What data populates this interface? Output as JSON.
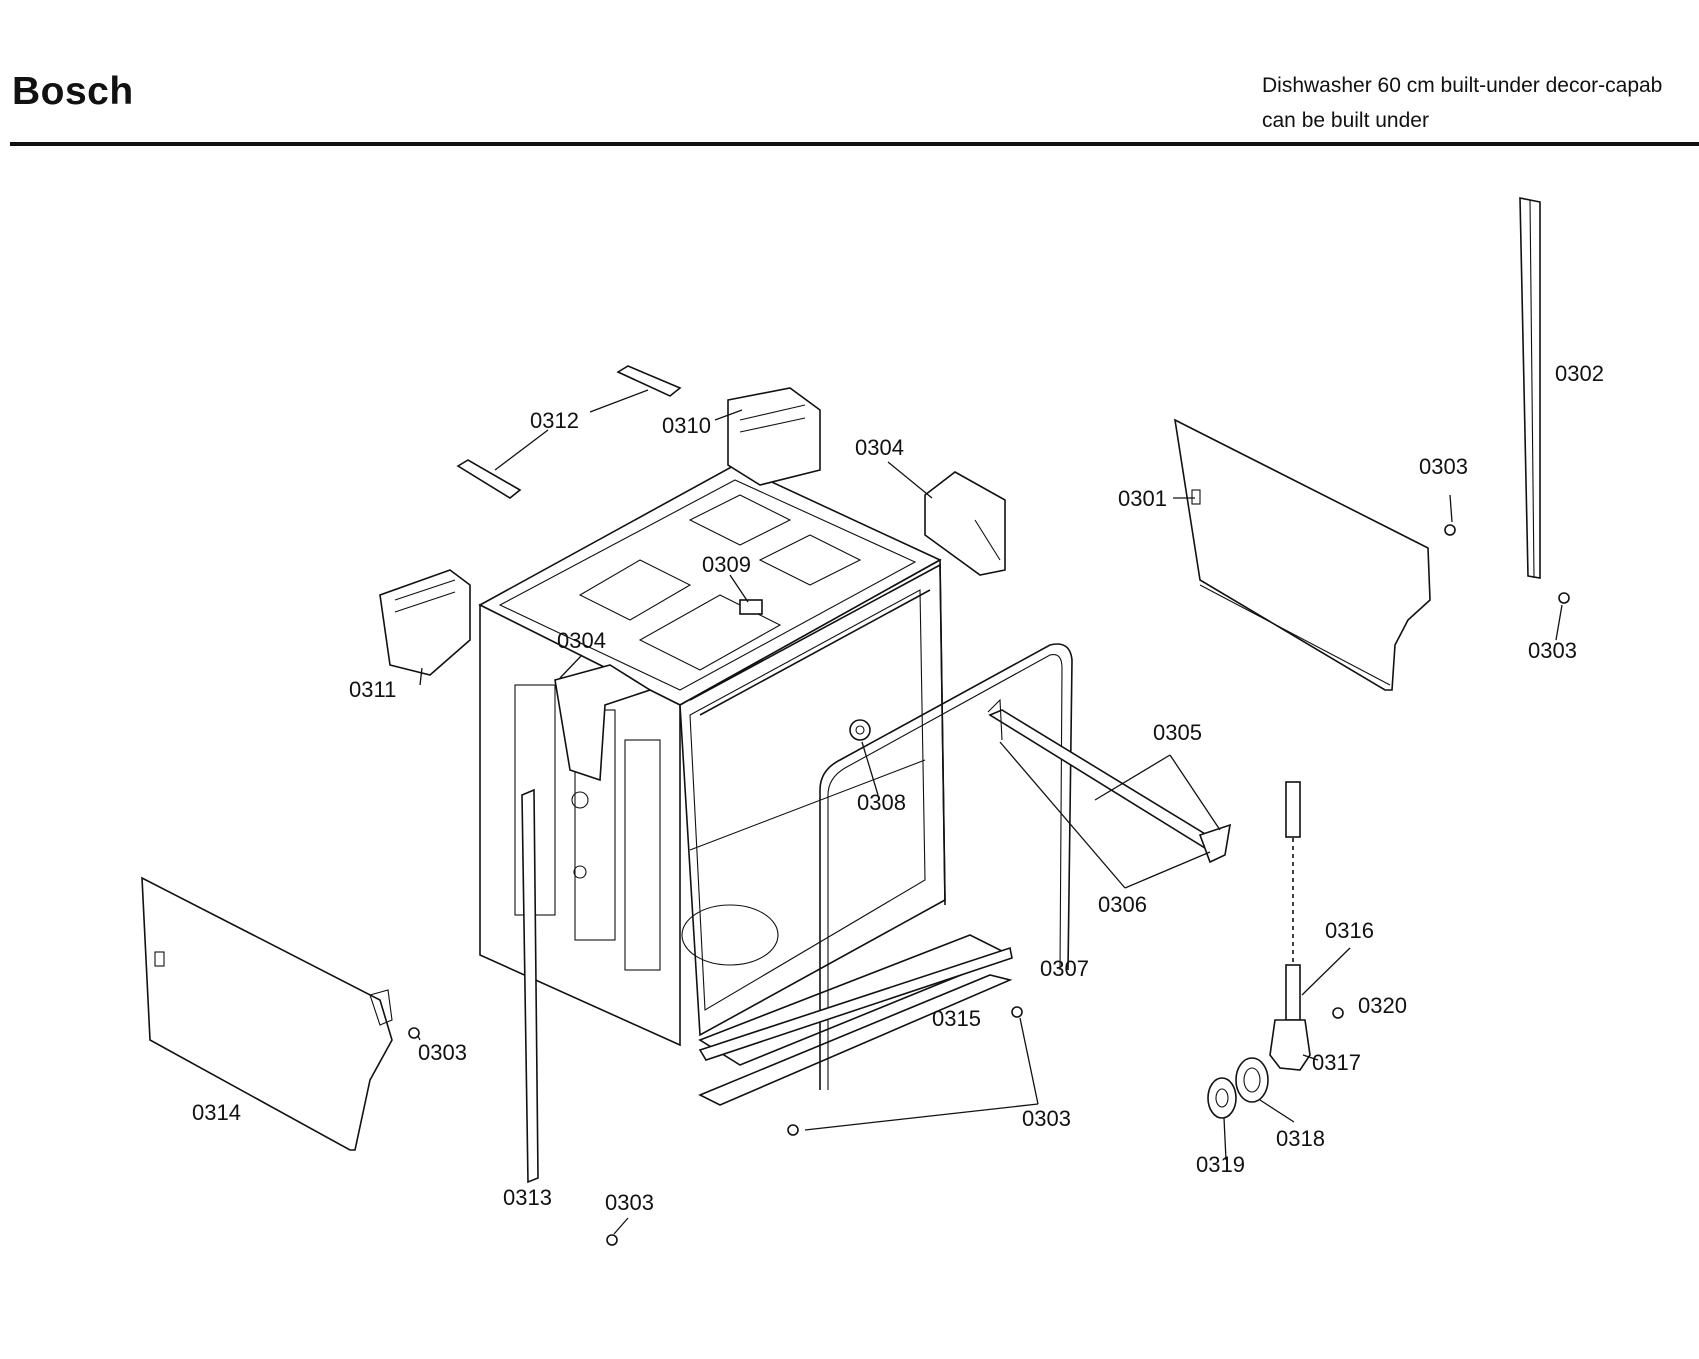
{
  "header": {
    "brand": "Bosch",
    "subtitle_line1": "Dishwasher 60 cm built-under decor-capab",
    "subtitle_line2": "can be built under"
  },
  "callouts": {
    "c0301": "0301",
    "c0302": "0302",
    "c0303": "0303",
    "c0304": "0304",
    "c0305": "0305",
    "c0306": "0306",
    "c0307": "0307",
    "c0308": "0308",
    "c0309": "0309",
    "c0310": "0310",
    "c0311": "0311",
    "c0312": "0312",
    "c0313": "0313",
    "c0314": "0314",
    "c0315": "0315",
    "c0316": "0316",
    "c0317": "0317",
    "c0318": "0318",
    "c0319": "0319",
    "c0320": "0320"
  }
}
